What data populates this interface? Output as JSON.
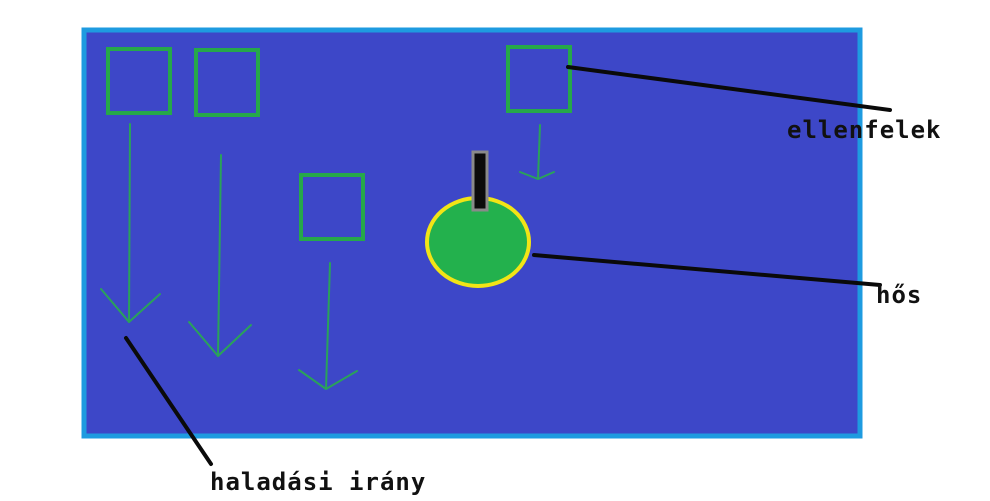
{
  "labels": {
    "enemies": "ellenfelek",
    "hero": "hős",
    "direction": "haladási irány"
  },
  "colors": {
    "background": "#ffffff",
    "field_fill": "#3d47c8",
    "field_border": "#1e9be0",
    "enemy_stroke": "#26a84a",
    "arrow_stroke": "#2aa25a",
    "hero_fill": "#23b14d",
    "hero_outline": "#f2e416",
    "barrel_fill": "#0b0b0b",
    "barrel_outline": "#8a8a8a",
    "leader_line": "#0a0a0a"
  },
  "icons": {
    "enemy": "square-outline-icon",
    "hero": "circle-icon",
    "weapon": "barrel-icon",
    "movement": "arrow-down-icon"
  }
}
